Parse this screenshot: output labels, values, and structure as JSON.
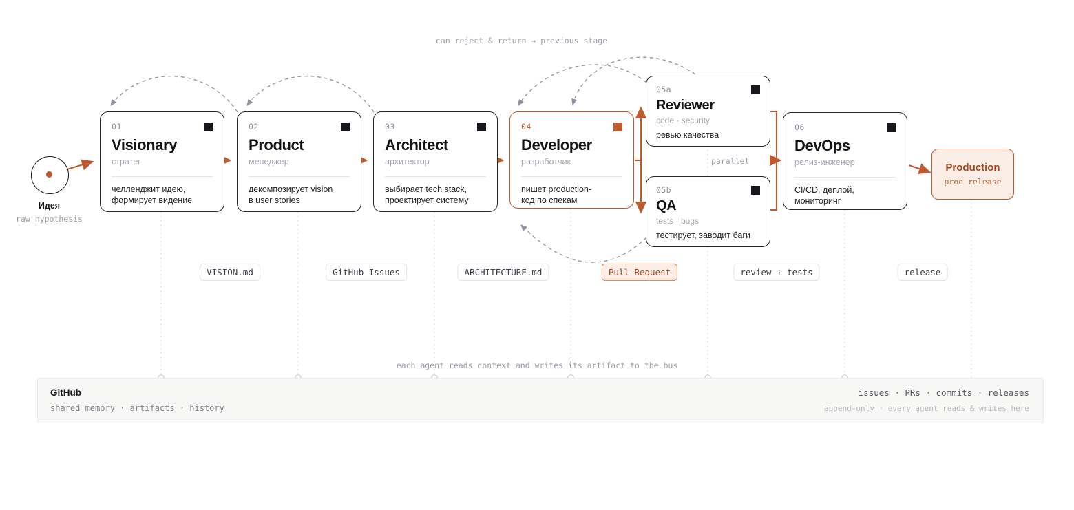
{
  "diagram": {
    "title_note": "can reject & return → previous stage",
    "bus_note": "each agent reads context and writes its artifact to the bus",
    "parallel_label": "parallel",
    "accent_color": "#bf5a2e",
    "ink_color": "#16181c",
    "muted_color": "#9aa0aa"
  },
  "start": {
    "label": "Идея",
    "sublabel": "raw hypothesis"
  },
  "agents": [
    {
      "num": "01",
      "title": "Visionary",
      "role": "стратег",
      "desc_line1": "челленджит идею,",
      "desc_line2": "формирует видение",
      "accent": false,
      "artifact": "VISION.md"
    },
    {
      "num": "02",
      "title": "Product",
      "role": "менеджер",
      "desc_line1": "декомпозирует vision",
      "desc_line2": "в user stories",
      "accent": false,
      "artifact": "GitHub Issues"
    },
    {
      "num": "03",
      "title": "Architect",
      "role": "архитектор",
      "desc_line1": "выбирает tech stack,",
      "desc_line2": "проектирует систему",
      "accent": false,
      "artifact": "ARCHITECTURE.md"
    },
    {
      "num": "04",
      "title": "Developer",
      "role": "разработчик",
      "desc_line1": "пишет production-",
      "desc_line2": "код по спекам",
      "accent": true,
      "artifact": "Pull Request"
    },
    {
      "num": "05a",
      "title": "Reviewer",
      "role": "code · security",
      "desc_line1": "ревью качества",
      "desc_line2": "",
      "accent": false,
      "artifact": "review + tests"
    },
    {
      "num": "05b",
      "title": "QA",
      "role": "tests · bugs",
      "desc_line1": "тестирует, заводит баги",
      "desc_line2": "",
      "accent": false,
      "artifact": ""
    },
    {
      "num": "06",
      "title": "DevOps",
      "role": "релиз-инженер",
      "desc_line1": "CI/CD, деплой,",
      "desc_line2": "мониторинг",
      "accent": false,
      "artifact": "release"
    }
  ],
  "production": {
    "title": "Production",
    "sublabel": "prod release"
  },
  "artifacts": [
    "VISION.md",
    "GitHub Issues",
    "ARCHITECTURE.md",
    "Pull Request",
    "review + tests",
    "release"
  ],
  "bus": {
    "name": "GitHub",
    "sublabel": "shared memory · artifacts · history",
    "tags": "issues · PRs · commits · releases",
    "footnote": "append-only · every agent reads & writes here"
  }
}
